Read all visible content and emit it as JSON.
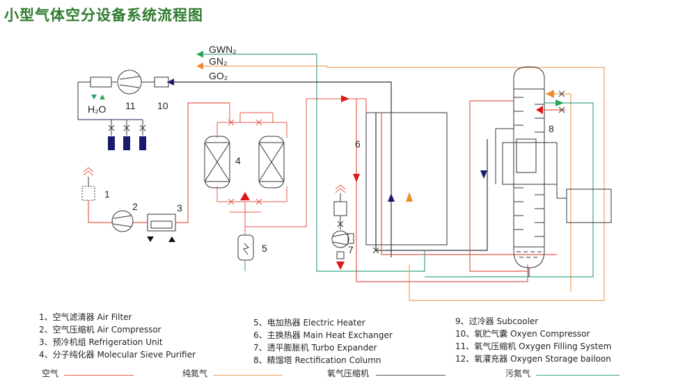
{
  "title": "小型气体空分设备系统流程图",
  "stream_labels": {
    "gwn": "GWN₂",
    "gn": "GN₂",
    "go": "GO₂",
    "h2o": "H₂O"
  },
  "component_numbers": [
    "1",
    "2",
    "3",
    "4",
    "5",
    "6",
    "7",
    "8",
    "10",
    "11"
  ],
  "legend_col1": [
    "1、空气滤清器 Air Filter",
    "2、空气压缩机 Air Compressor",
    "3、预冷机组 Refrigeration Unit",
    "4、分子纯化器 Molecular Sieve Purifier"
  ],
  "legend_col2": [
    "5、电加热器 Electric Heater",
    "6、主换热器 Main Heat Exchanger",
    "7、透平膨胀机 Turbo Expander",
    "8、精馏塔 Rectification Column"
  ],
  "legend_col3": [
    "9、过冷器 Subcooler",
    "10、氧贮气囊 Oxyen Compressor",
    "11、氧气压缩机 Oxygen Filling System",
    "12、氧灌充器 Oxygen Storage bailoon"
  ],
  "line_legend": [
    {
      "label": "空气",
      "color": "#e05a4a"
    },
    {
      "label": "纯氮气",
      "color": "#f0a060"
    },
    {
      "label": "氧气压缩机",
      "color": "#555555"
    },
    {
      "label": "污氮气",
      "color": "#3aa58a"
    }
  ],
  "colors": {
    "air": "#e05a4a",
    "pure_nitrogen": "#f0a060",
    "oxygen": "#555555",
    "waste_nitrogen": "#3aa58a",
    "title_green": "#2d7a2d",
    "equipment_navy": "#1a1a6e"
  }
}
